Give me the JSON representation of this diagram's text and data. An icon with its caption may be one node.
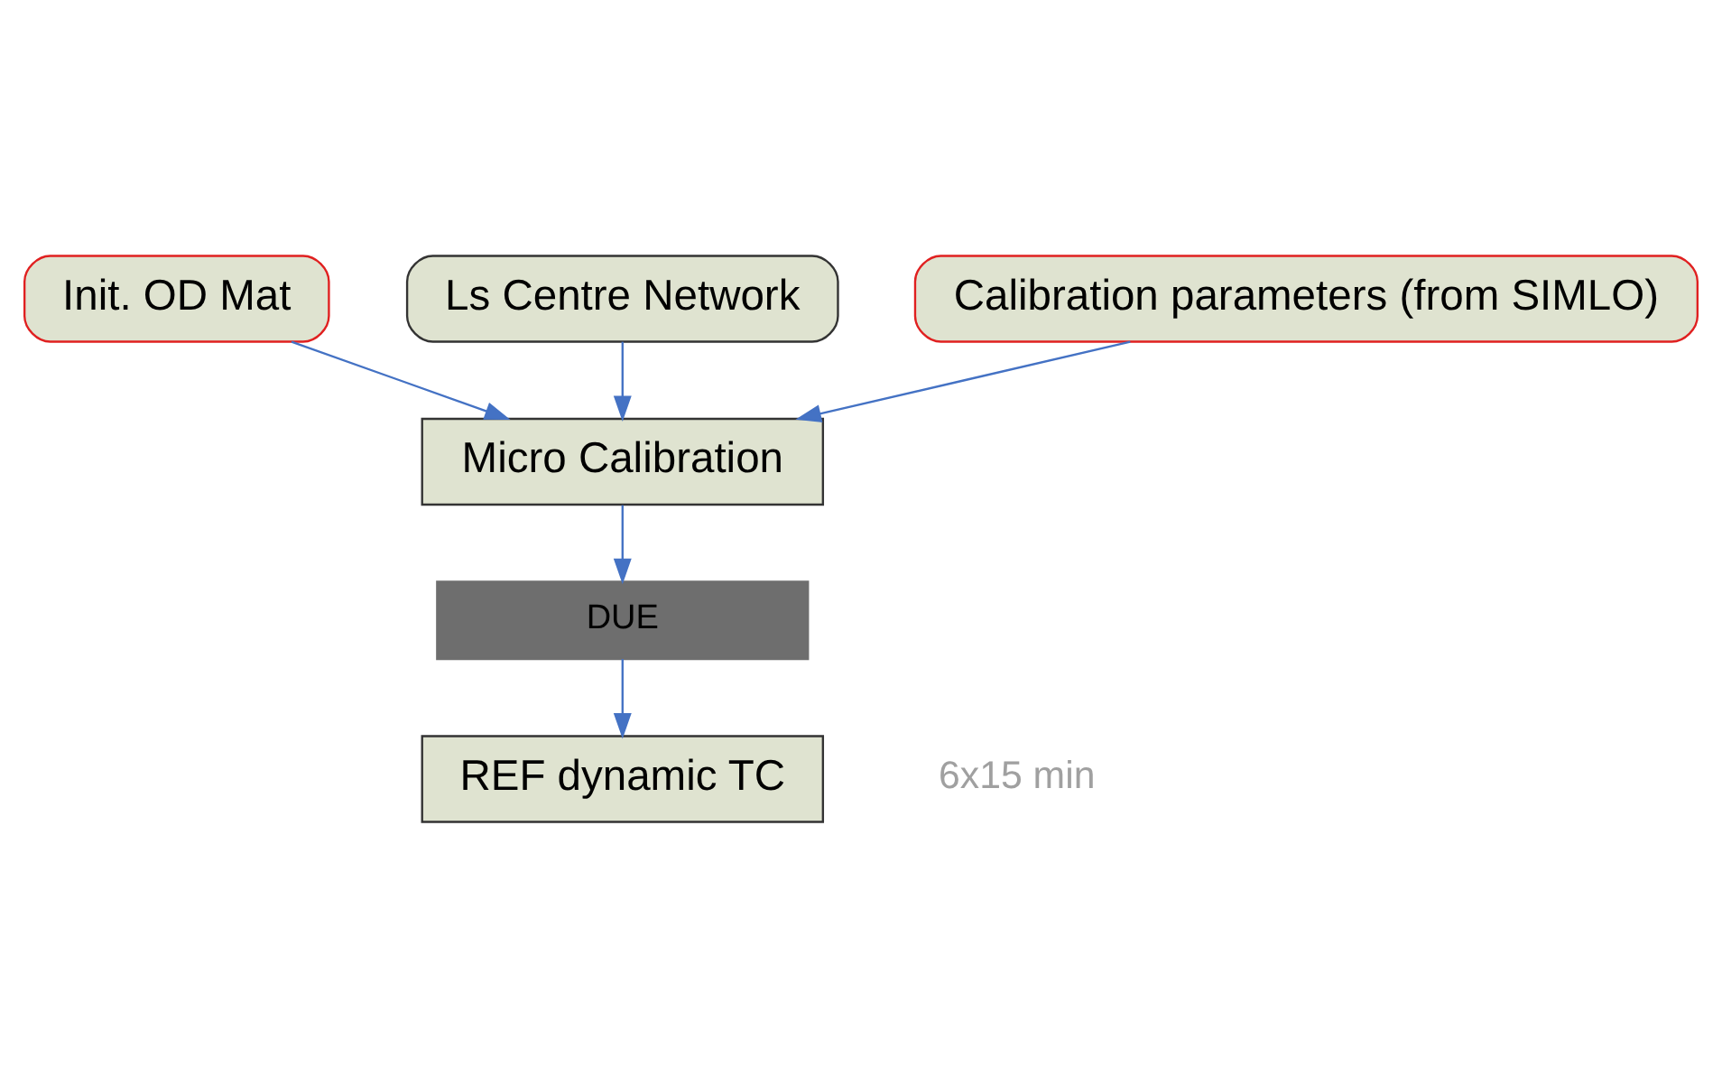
{
  "diagram": {
    "nodes": [
      {
        "text": [
          "Init. OD Mat"
        ]
      },
      {
        "text": [
          "Ls Centre Network"
        ]
      },
      {
        "text": [
          "Calibration parameters (from SIMLO)"
        ]
      },
      {
        "text": [
          "Micro Calibration"
        ]
      },
      {
        "text": [
          "DUE"
        ]
      },
      {
        "text": [
          "REF dynamic TC"
        ],
        "beside": [
          "6x15 min"
        ]
      }
    ],
    "edges": [
      {
        "from": 0,
        "to": 3,
        "arrow": "to"
      },
      {
        "from": 1,
        "to": 3,
        "arrow": "to"
      },
      {
        "from": 2,
        "to": 3,
        "arrow": "to"
      },
      {
        "from": 3,
        "to": 4,
        "arrow": "to"
      },
      {
        "from": 4,
        "to": 5,
        "arrow": "to"
      }
    ]
  }
}
